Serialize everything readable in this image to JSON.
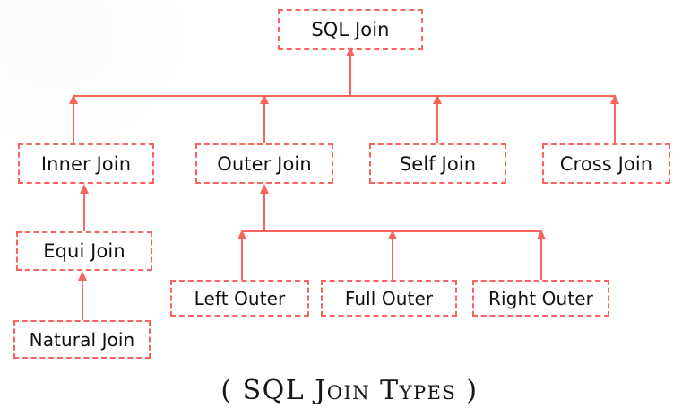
{
  "diagram": {
    "caption": "( SQL Join Types )",
    "accent_color": "#f8655f",
    "text_color": "#111111",
    "background_color": "#fefefe",
    "edge_direction": "child-to-parent (arrows point up)",
    "nodes": {
      "root": {
        "label": "SQL Join"
      },
      "level2": [
        {
          "label": "Inner Join"
        },
        {
          "label": "Outer Join"
        },
        {
          "label": "Self Join"
        },
        {
          "label": "Cross Join"
        }
      ],
      "inner_children": [
        {
          "label": "Equi Join"
        },
        {
          "label": "Natural Join"
        }
      ],
      "outer_children": [
        {
          "label": "Left Outer"
        },
        {
          "label": "Full Outer"
        },
        {
          "label": "Right Outer"
        }
      ]
    }
  }
}
